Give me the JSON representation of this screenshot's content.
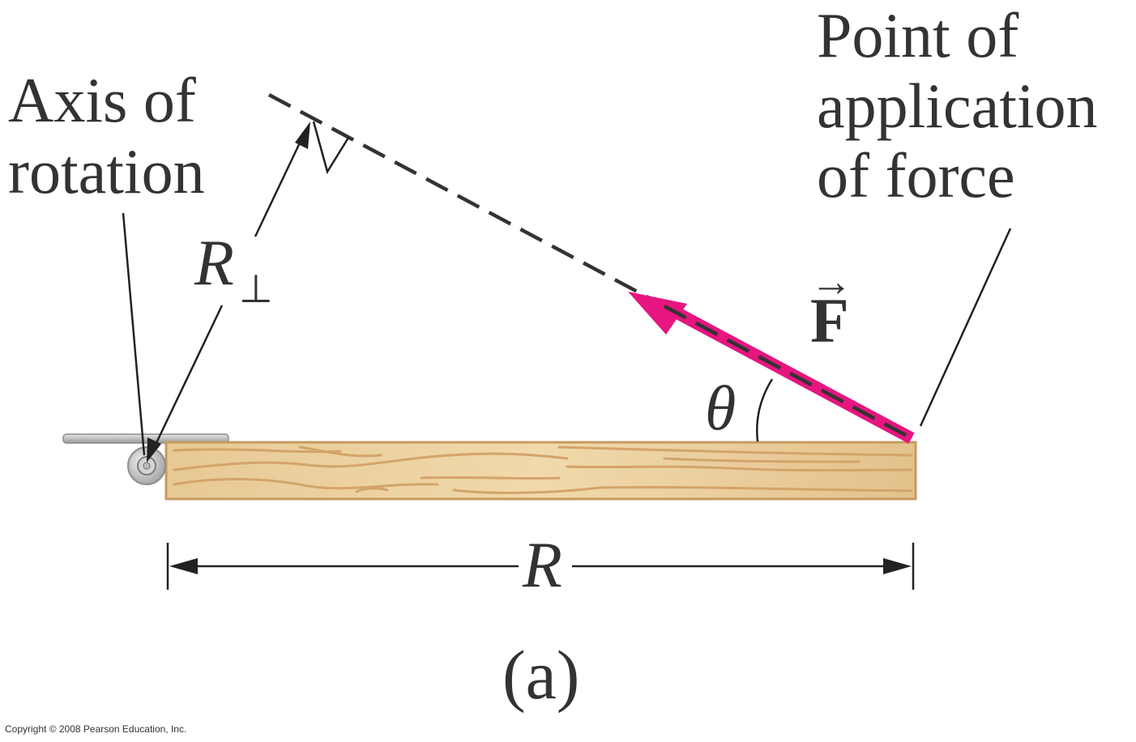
{
  "labels": {
    "axis_line1": "Axis of",
    "axis_line2": "rotation",
    "point_line1": "Point of",
    "point_line2": "application",
    "point_line3": "of force",
    "r_perp_letter": "R",
    "r_perp_symbol": "⊥",
    "force_letter": "F",
    "force_arrow": "→",
    "theta": "θ",
    "r_length": "R",
    "panel": "(a)",
    "copyright": "Copyright © 2008 Pearson Education, Inc."
  },
  "colors": {
    "force_arrow": "#e6157f",
    "text": "#333333",
    "line": "#222222",
    "board_fill": "#eccf9c",
    "board_grain": "#d3a46a",
    "hinge": "#b8b8b8"
  }
}
